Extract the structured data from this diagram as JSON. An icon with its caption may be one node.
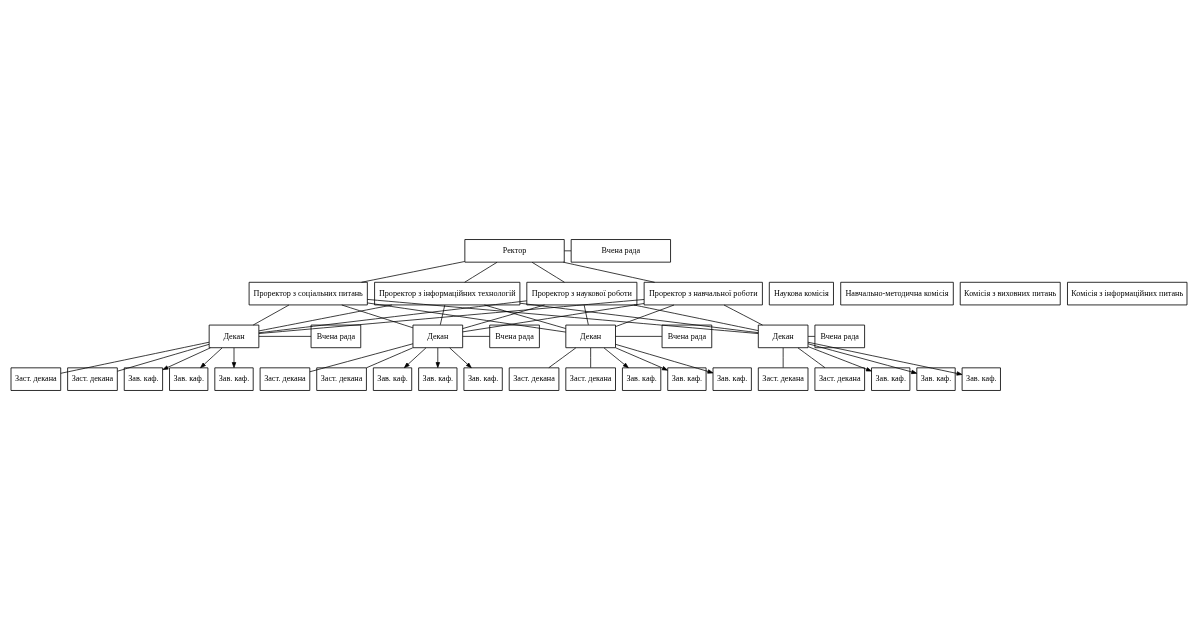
{
  "diagram": {
    "nodes": [
      {
        "text": [
          "Ректор"
        ]
      },
      {
        "text": [
          "Вчена рада"
        ]
      },
      {
        "text": [
          "Проректор з наукової роботи"
        ]
      },
      {
        "text": [
          "Наукова комісія"
        ]
      },
      {
        "text": [
          "Проректор з навчальної роботи"
        ]
      },
      {
        "text": [
          "Навчально-методична комісія"
        ]
      },
      {
        "text": [
          "Проректор з соціальних питань"
        ]
      },
      {
        "text": [
          "Комісія з виховних питань"
        ]
      },
      {
        "text": [
          "Проректор з інформаційних технологій"
        ]
      },
      {
        "text": [
          "Комісія з інформаційних питань"
        ]
      },
      {
        "text": [
          "Декан"
        ]
      },
      {
        "text": [
          "Вчена рада"
        ]
      },
      {
        "text": [
          "Заст. декана"
        ]
      },
      {
        "text": [
          "Заст. декана"
        ]
      },
      {
        "text": [
          "Зав. каф."
        ]
      },
      {
        "text": [
          "Зав. каф."
        ]
      },
      {
        "text": [
          "Зав. каф."
        ]
      },
      {
        "text": [
          "Декан"
        ]
      },
      {
        "text": [
          "Вчена рада"
        ]
      },
      {
        "text": [
          "Заст. декана"
        ]
      },
      {
        "text": [
          "Заст. декана"
        ]
      },
      {
        "text": [
          "Зав. каф."
        ]
      },
      {
        "text": [
          "Зав. каф."
        ]
      },
      {
        "text": [
          "Зав. каф."
        ]
      },
      {
        "text": [
          "Декан"
        ]
      },
      {
        "text": [
          "Вчена рада"
        ]
      },
      {
        "text": [
          "Заст. декана"
        ]
      },
      {
        "text": [
          "Заст. декана"
        ]
      },
      {
        "text": [
          "Зав. каф."
        ]
      },
      {
        "text": [
          "Зав. каф."
        ]
      },
      {
        "text": [
          "Зав. каф."
        ]
      },
      {
        "text": [
          "Декан"
        ]
      },
      {
        "text": [
          "Вчена рада"
        ]
      },
      {
        "text": [
          "Заст. декана"
        ]
      },
      {
        "text": [
          "Заст. декана"
        ]
      },
      {
        "text": [
          "Зав. каф."
        ]
      },
      {
        "text": [
          "Зав. каф."
        ]
      },
      {
        "text": [
          "Зав. каф."
        ]
      }
    ],
    "edges": [
      {
        "from": 0,
        "to": 1,
        "arrow": "none"
      },
      {
        "from": 0,
        "to": 2,
        "arrow": "none"
      },
      {
        "from": 0,
        "to": 4,
        "arrow": "none"
      },
      {
        "from": 0,
        "to": 6,
        "arrow": "none"
      },
      {
        "from": 0,
        "to": 8,
        "arrow": "none"
      },
      {
        "from": 2,
        "to": 10,
        "arrow": "none"
      },
      {
        "from": 2,
        "to": 17,
        "arrow": "none"
      },
      {
        "from": 2,
        "to": 24,
        "arrow": "none"
      },
      {
        "from": 2,
        "to": 31,
        "arrow": "none"
      },
      {
        "from": 4,
        "to": 10,
        "arrow": "none"
      },
      {
        "from": 4,
        "to": 17,
        "arrow": "none"
      },
      {
        "from": 4,
        "to": 24,
        "arrow": "none"
      },
      {
        "from": 4,
        "to": 31,
        "arrow": "none"
      },
      {
        "from": 6,
        "to": 10,
        "arrow": "none"
      },
      {
        "from": 6,
        "to": 17,
        "arrow": "none"
      },
      {
        "from": 6,
        "to": 24,
        "arrow": "none"
      },
      {
        "from": 6,
        "to": 31,
        "arrow": "none"
      },
      {
        "from": 8,
        "to": 10,
        "arrow": "none"
      },
      {
        "from": 8,
        "to": 17,
        "arrow": "none"
      },
      {
        "from": 8,
        "to": 24,
        "arrow": "none"
      },
      {
        "from": 8,
        "to": 31,
        "arrow": "none"
      },
      {
        "from": 10,
        "to": 11,
        "arrow": "none"
      },
      {
        "from": 10,
        "to": 12,
        "arrow": "none"
      },
      {
        "from": 10,
        "to": 13,
        "arrow": "none"
      },
      {
        "from": 10,
        "to": 14,
        "arrow": "to"
      },
      {
        "from": 10,
        "to": 15,
        "arrow": "to"
      },
      {
        "from": 10,
        "to": 16,
        "arrow": "to"
      },
      {
        "from": 17,
        "to": 18,
        "arrow": "none"
      },
      {
        "from": 17,
        "to": 19,
        "arrow": "none"
      },
      {
        "from": 17,
        "to": 20,
        "arrow": "none"
      },
      {
        "from": 17,
        "to": 21,
        "arrow": "to"
      },
      {
        "from": 17,
        "to": 22,
        "arrow": "to"
      },
      {
        "from": 17,
        "to": 23,
        "arrow": "to"
      },
      {
        "from": 24,
        "to": 25,
        "arrow": "none"
      },
      {
        "from": 24,
        "to": 26,
        "arrow": "none"
      },
      {
        "from": 24,
        "to": 27,
        "arrow": "none"
      },
      {
        "from": 24,
        "to": 28,
        "arrow": "to"
      },
      {
        "from": 24,
        "to": 29,
        "arrow": "to"
      },
      {
        "from": 24,
        "to": 30,
        "arrow": "to"
      },
      {
        "from": 31,
        "to": 32,
        "arrow": "none"
      },
      {
        "from": 31,
        "to": 33,
        "arrow": "none"
      },
      {
        "from": 31,
        "to": 34,
        "arrow": "none"
      },
      {
        "from": 31,
        "to": 35,
        "arrow": "to"
      },
      {
        "from": 31,
        "to": 36,
        "arrow": "to"
      },
      {
        "from": 31,
        "to": 37,
        "arrow": "to"
      }
    ]
  }
}
